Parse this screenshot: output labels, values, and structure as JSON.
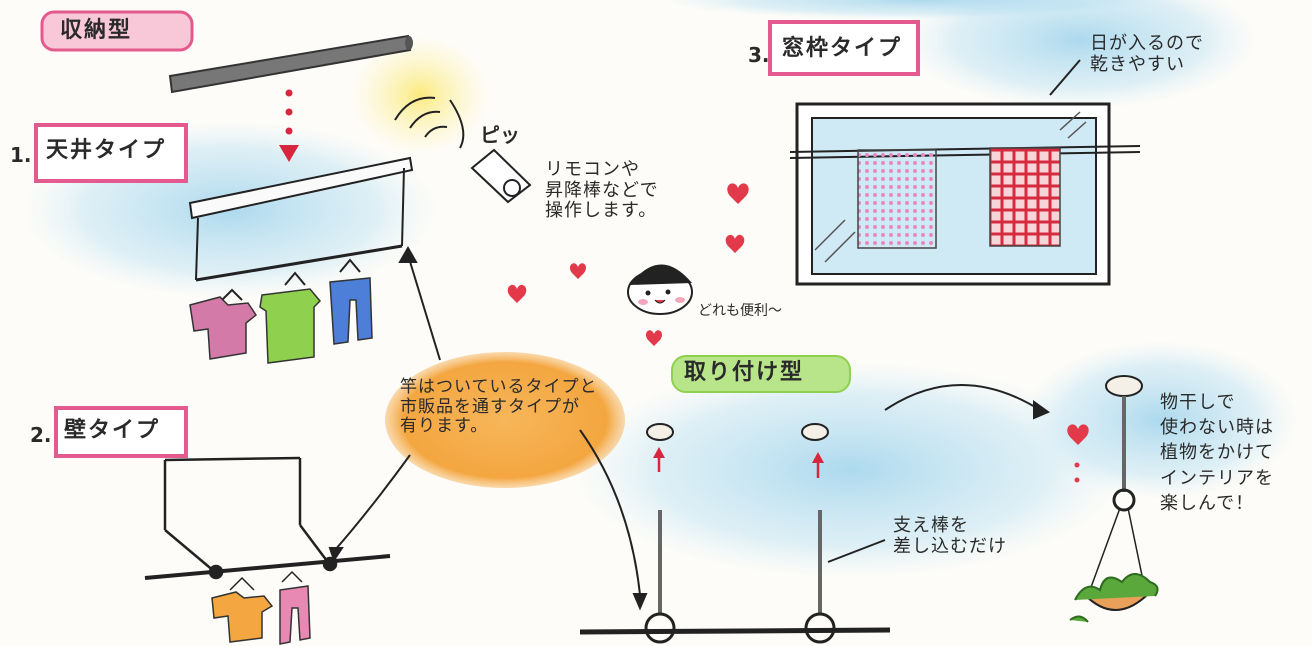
{
  "labels": {
    "storage_type": "収納型",
    "num_1": "1.",
    "ceiling_type": "天井タイプ",
    "num_2": "2.",
    "wall_type": "壁タイプ",
    "num_3": "3.",
    "window_type": "窓枠タイプ",
    "mount_type": "取り付け型",
    "pi_sound": "ピッ"
  },
  "notes": {
    "remote": "リモコンや\n昇降棒などで\n操作します。",
    "sunlight": "日が入るので\n乾きやすい",
    "convenient": "どれも便利～",
    "pole_types": "竿はついているタイプと\n市販品を通すタイプが\n有ります。",
    "insert_rod": "支え棒を\n差し込むだけ",
    "plants": "物干しで\n使わない時は\n植物をかけて\nインテリアを\n楽しんで！"
  },
  "colors": {
    "pink_frame": "#e55a8e",
    "green_tag": "#8fd14f",
    "orange_blob": "#f4a640",
    "blue_wash": "#a9d8ee",
    "yellow_glow": "#fbe977",
    "heart_red": "#e23a4a",
    "arrow_red": "#d7263d"
  }
}
